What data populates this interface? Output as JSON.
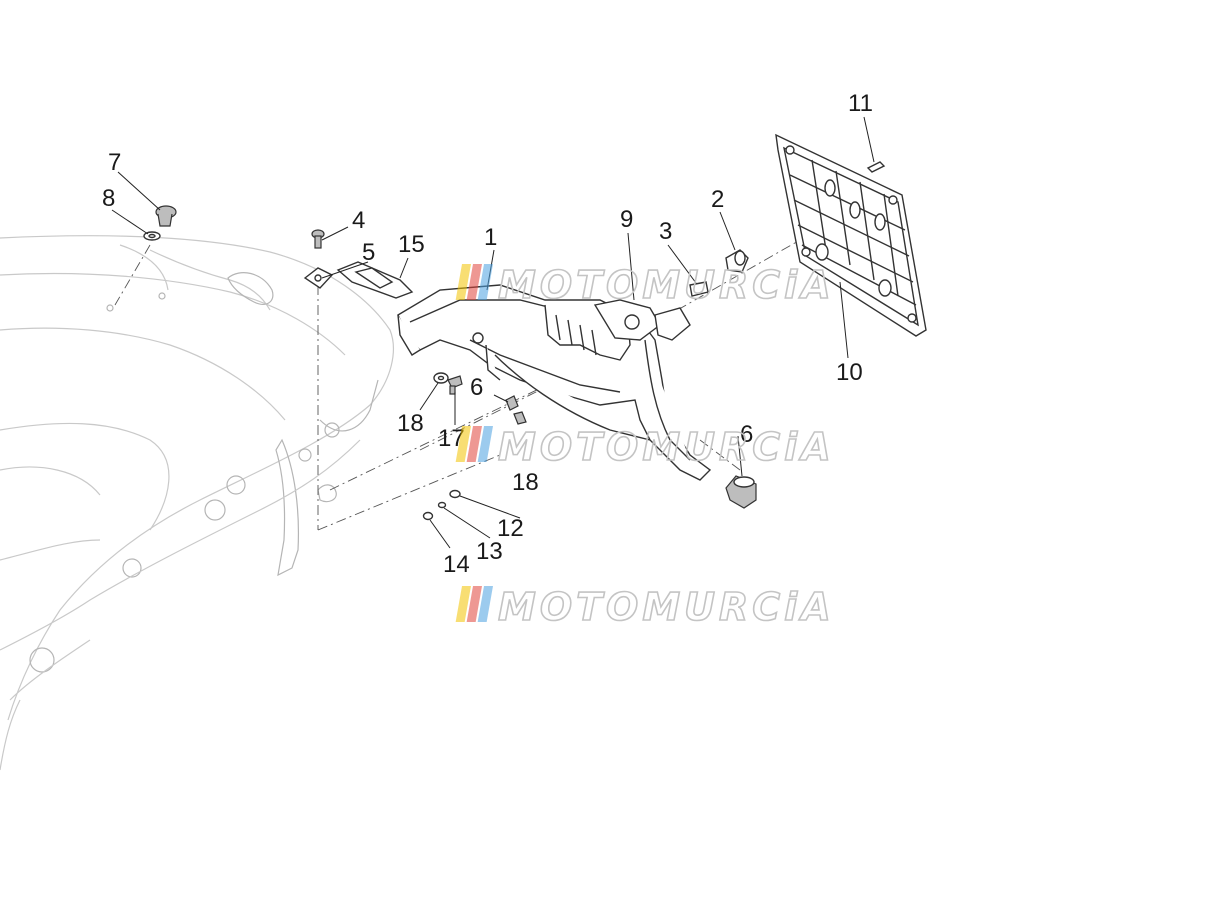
{
  "callouts": [
    {
      "id": "c1",
      "text": "1"
    },
    {
      "id": "c2",
      "text": "2"
    },
    {
      "id": "c3",
      "text": "3"
    },
    {
      "id": "c4",
      "text": "4"
    },
    {
      "id": "c5",
      "text": "5"
    },
    {
      "id": "c6a",
      "text": "6"
    },
    {
      "id": "c6b",
      "text": "6"
    },
    {
      "id": "c7",
      "text": "7"
    },
    {
      "id": "c8",
      "text": "8"
    },
    {
      "id": "c9",
      "text": "9"
    },
    {
      "id": "c10",
      "text": "10"
    },
    {
      "id": "c11",
      "text": "11"
    },
    {
      "id": "c12",
      "text": "12"
    },
    {
      "id": "c13",
      "text": "13"
    },
    {
      "id": "c14",
      "text": "14"
    },
    {
      "id": "c15",
      "text": "15"
    },
    {
      "id": "c17",
      "text": "17"
    },
    {
      "id": "c18a",
      "text": "18"
    },
    {
      "id": "c18b",
      "text": "18"
    }
  ],
  "watermark": {
    "text": "MOTOMURCiA",
    "stripe_colors": [
      "#f2c200",
      "#e0443a",
      "#4aa0e0"
    ]
  },
  "colors": {
    "line": "#333333",
    "ghost": "#c9c9c9",
    "label": "#1a1a1a"
  }
}
